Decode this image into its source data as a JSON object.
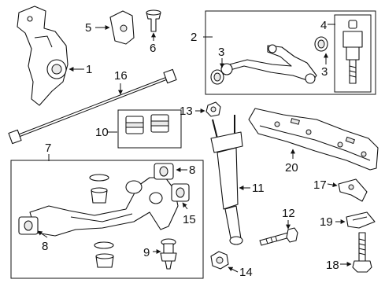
{
  "callouts": {
    "c1": "1",
    "c2": "2",
    "c3a": "3",
    "c3b": "3",
    "c4": "4",
    "c5": "5",
    "c6": "6",
    "c7": "7",
    "c8a": "8",
    "c8b": "8",
    "c9": "9",
    "c10": "10",
    "c11": "11",
    "c12": "12",
    "c13": "13",
    "c14": "14",
    "c15": "15",
    "c16": "16",
    "c17": "17",
    "c18": "18",
    "c19": "19",
    "c20": "20"
  },
  "icons": {
    "arrow": "callout-arrow-icon"
  }
}
